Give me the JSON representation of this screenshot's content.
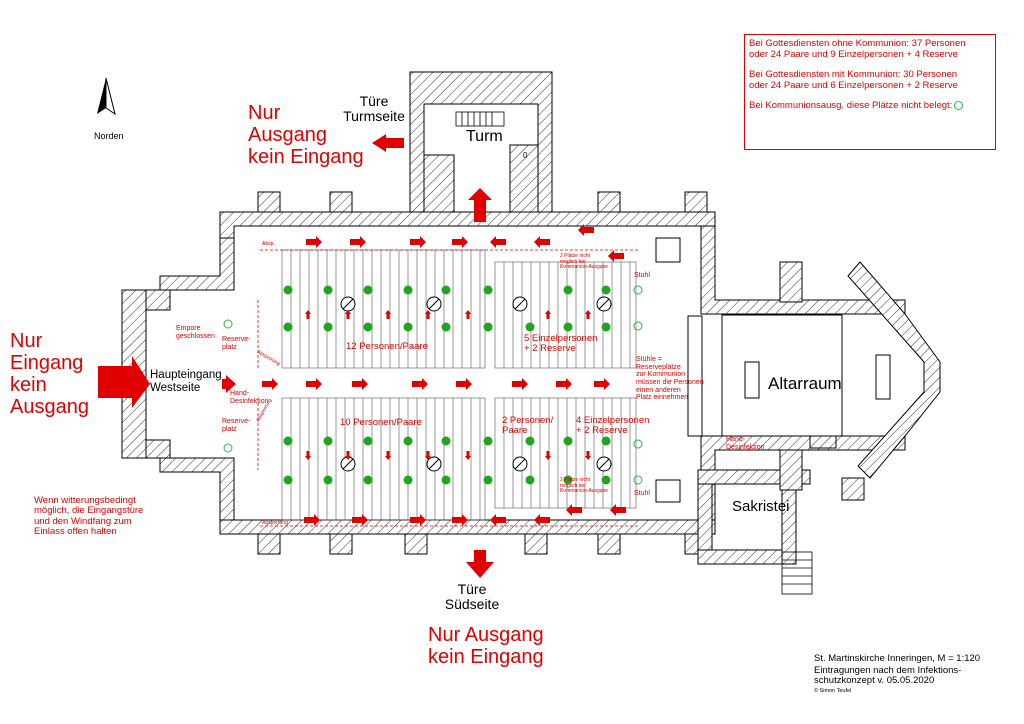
{
  "north_label": "Norden",
  "legend": {
    "line1": "Bei Gottesdiensten ohne Kommunion: 37 Personen\noder 24 Paare und 9 Einzelpersonen + 4 Reserve",
    "line2": "Bei Gottesdiensten mit    Kommunion: 30 Personen\noder 24 Paare und 6 Einzelpersonen + 2 Reserve",
    "line3": "Bei Kommunionsausg. diese Plätze nicht belegt:"
  },
  "tower": {
    "door_label": "Türe\nTurmseite",
    "exit_note": "Nur\nAusgang\nkein Eingang",
    "room_label": "Turm"
  },
  "west": {
    "entry_note": "Nur\nEingang\nkein\nAusgang",
    "door_label": "Haupteingang\nWestseite",
    "weather_note": "Wenn witterungsbedingt\nmöglich, die Eingangstüre\nund den Windfang zum\nEinlass offen halten"
  },
  "south": {
    "door_label": "Türe\nSüdseite",
    "exit_note": "Nur Ausgang\nkein Eingang"
  },
  "rooms": {
    "altar": "Altarraum",
    "sacristy": "Sakristei"
  },
  "annotations": {
    "empore": "Empore\ngeschlossen",
    "reserve_top": "Reserve-\nplatz",
    "reserve_bottom": "Reserve-\nplatz",
    "hand_west": "Hand-\nDesinfektion",
    "hand_altar": "Hand-\nDesinfektion",
    "block_nw": "12 Personen/Paare",
    "block_ne": "5 Einzelpersonen\n+ 2 Reserve",
    "block_sw": "10 Personen/Paare",
    "block_sm": "2 Personen/\nPaare",
    "block_se": "4 Einzelpersonen\n+ 2 Reserve",
    "stuhl_top": "Stuhl",
    "stuhl_bottom": "Stuhl",
    "stuehle_note": "Stühle =\nReserveplätze\nzur Kommunion\nmüssen die Personen\neinen anderen\nPlatz einnehmen",
    "two_places_top": "2 Plätze nicht\nmöglich bei\nKommunion-Ausgabe",
    "two_places_bottom": "2 Plätze nicht\nmöglich bei\nKommunion-Ausgabe",
    "absperrung_top": "Absp.",
    "absperrung_bottom": "Absperrung",
    "absperrung_w1": "Absperrung",
    "absperrung_w2": "Absperrung",
    "tower_zero": "0"
  },
  "footer": {
    "title": "St. Martinskirche Inneringen, M = 1:120",
    "subtitle": "Eintragungen nach dem Infektions-\nschutzkonzept v. 05.05.2020",
    "copyright": "© Simon Teufel"
  },
  "colors": {
    "accent": "#e00000",
    "seat": "#1fa51f",
    "reserve_circle": "#2bb24c",
    "wall": "#000000"
  }
}
